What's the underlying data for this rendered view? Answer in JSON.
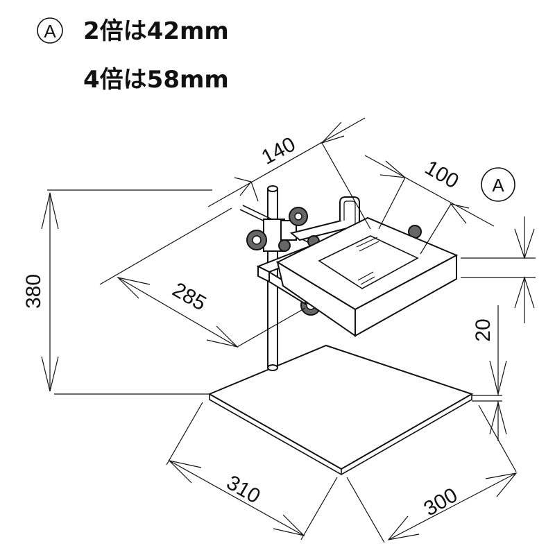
{
  "note": {
    "marker": "A",
    "line1": "2倍は42mm",
    "line2": "4倍は58mm"
  },
  "callout": {
    "letter": "A"
  },
  "dimensions": {
    "width_top": "140",
    "lens": "100",
    "height": "380",
    "depth": "285",
    "base_thickness": "20",
    "base_width": "310",
    "base_depth": "300"
  }
}
